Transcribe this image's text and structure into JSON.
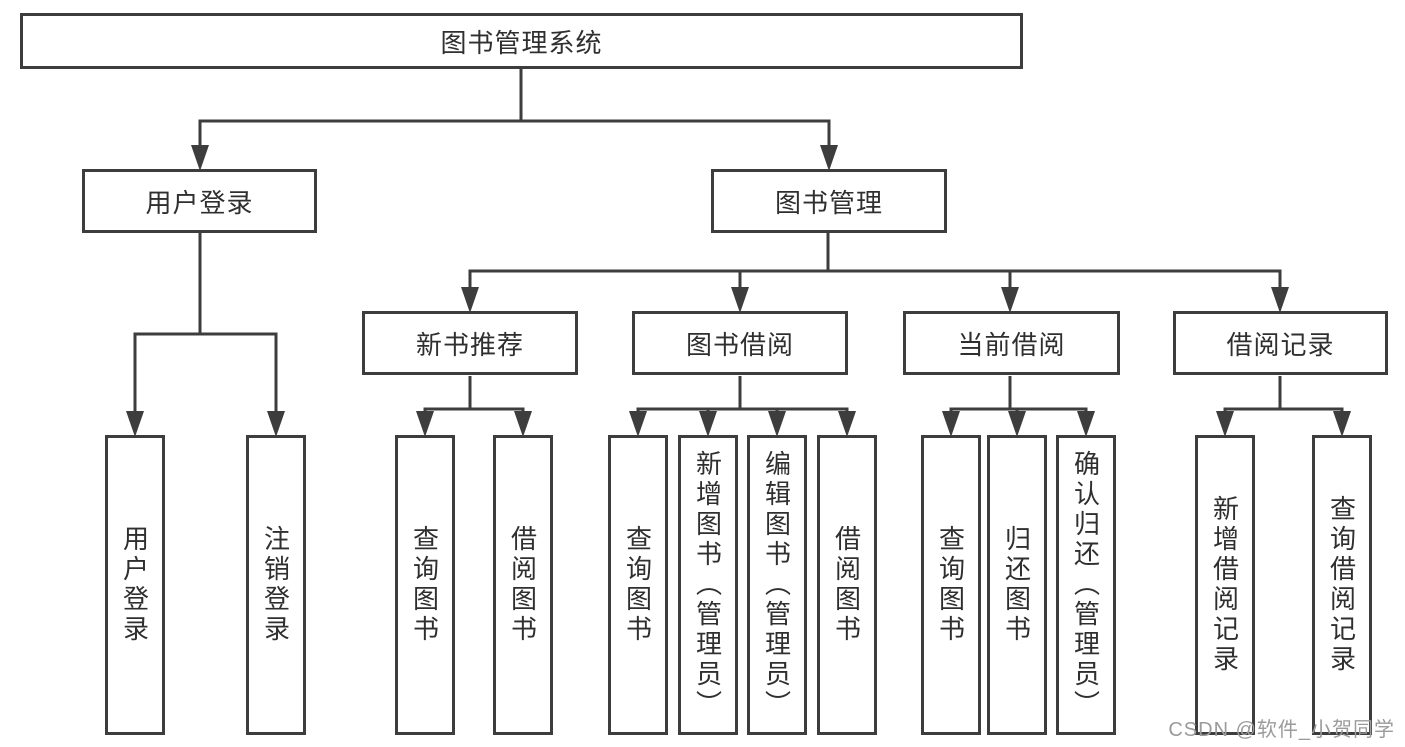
{
  "diagram": {
    "title": "图书管理系统",
    "branches": {
      "user_login": {
        "label": "用户登录",
        "children": {
          "login": "用户登录",
          "logout": "注销登录"
        }
      },
      "book_management": {
        "label": "图书管理",
        "sections": {
          "new_book_recommend": {
            "label": "新书推荐",
            "children": {
              "query_books": "查询图书",
              "borrow_books": "借阅图书"
            }
          },
          "book_borrowing": {
            "label": "图书借阅",
            "children": {
              "query_books": "查询图书",
              "add_books_admin": "新增图书（管理员）",
              "edit_books_admin": "编辑图书（管理员）",
              "borrow_books": "借阅图书"
            }
          },
          "current_borrowing": {
            "label": "当前借阅",
            "children": {
              "query_books": "查询图书",
              "return_books": "归还图书",
              "confirm_return_admin": "确认归还（管理员）"
            }
          },
          "borrow_records": {
            "label": "借阅记录",
            "children": {
              "add_borrow_record": "新增借阅记录",
              "query_borrow_record": "查询借阅记录"
            }
          }
        }
      }
    }
  },
  "watermark": "CSDN @软件_小贺同学",
  "colors": {
    "background": "#ffffff",
    "line": "#3d3d3d",
    "text": "#2f2f2f",
    "watermark": "#9b9b9b"
  }
}
